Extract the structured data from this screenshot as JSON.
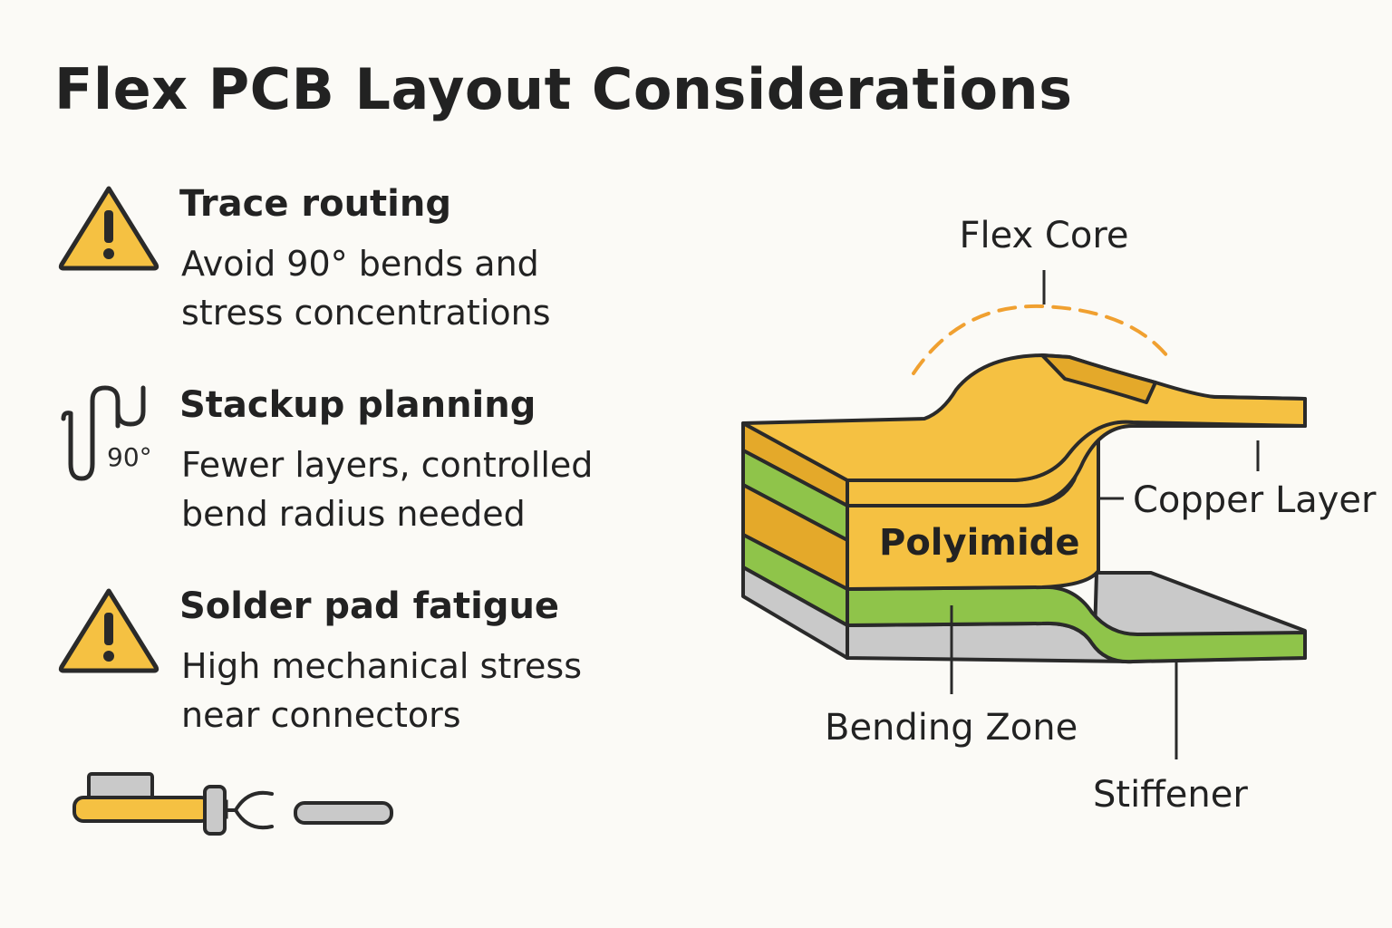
{
  "title": "Flex PCB Layout Considerations",
  "items": [
    {
      "heading": "Trace routing",
      "desc_lines": [
        "Avoid 90° bends and",
        "stress concentrations"
      ],
      "icon": "warning-triangle-icon"
    },
    {
      "heading": "Stackup planning",
      "desc_lines": [
        "Fewer layers, controlled",
        "bend radius needed"
      ],
      "icon": "bend-trace-icon",
      "icon_label": "90°"
    },
    {
      "heading": "Solder pad fatigue",
      "desc_lines": [
        "High mechanical stress",
        "near connectors"
      ],
      "icon": "warning-triangle-icon"
    }
  ],
  "connector_icon": "connector-pin-icon",
  "diagram": {
    "labels": {
      "flex_core": "Flex Core",
      "copper_layer": "Copper Layer",
      "polyimide": "Polyimide",
      "bending_zone": "Bending Zone",
      "stiffener": "Stiffener"
    },
    "colors": {
      "yellow": "#f5c142",
      "yellow_dark": "#e4a92a",
      "green": "#8fc44a",
      "gray": "#c9c9c9",
      "gray_dark": "#9c9c9c",
      "orange_dash": "#f0a030",
      "outline": "#2a2a2a"
    }
  }
}
